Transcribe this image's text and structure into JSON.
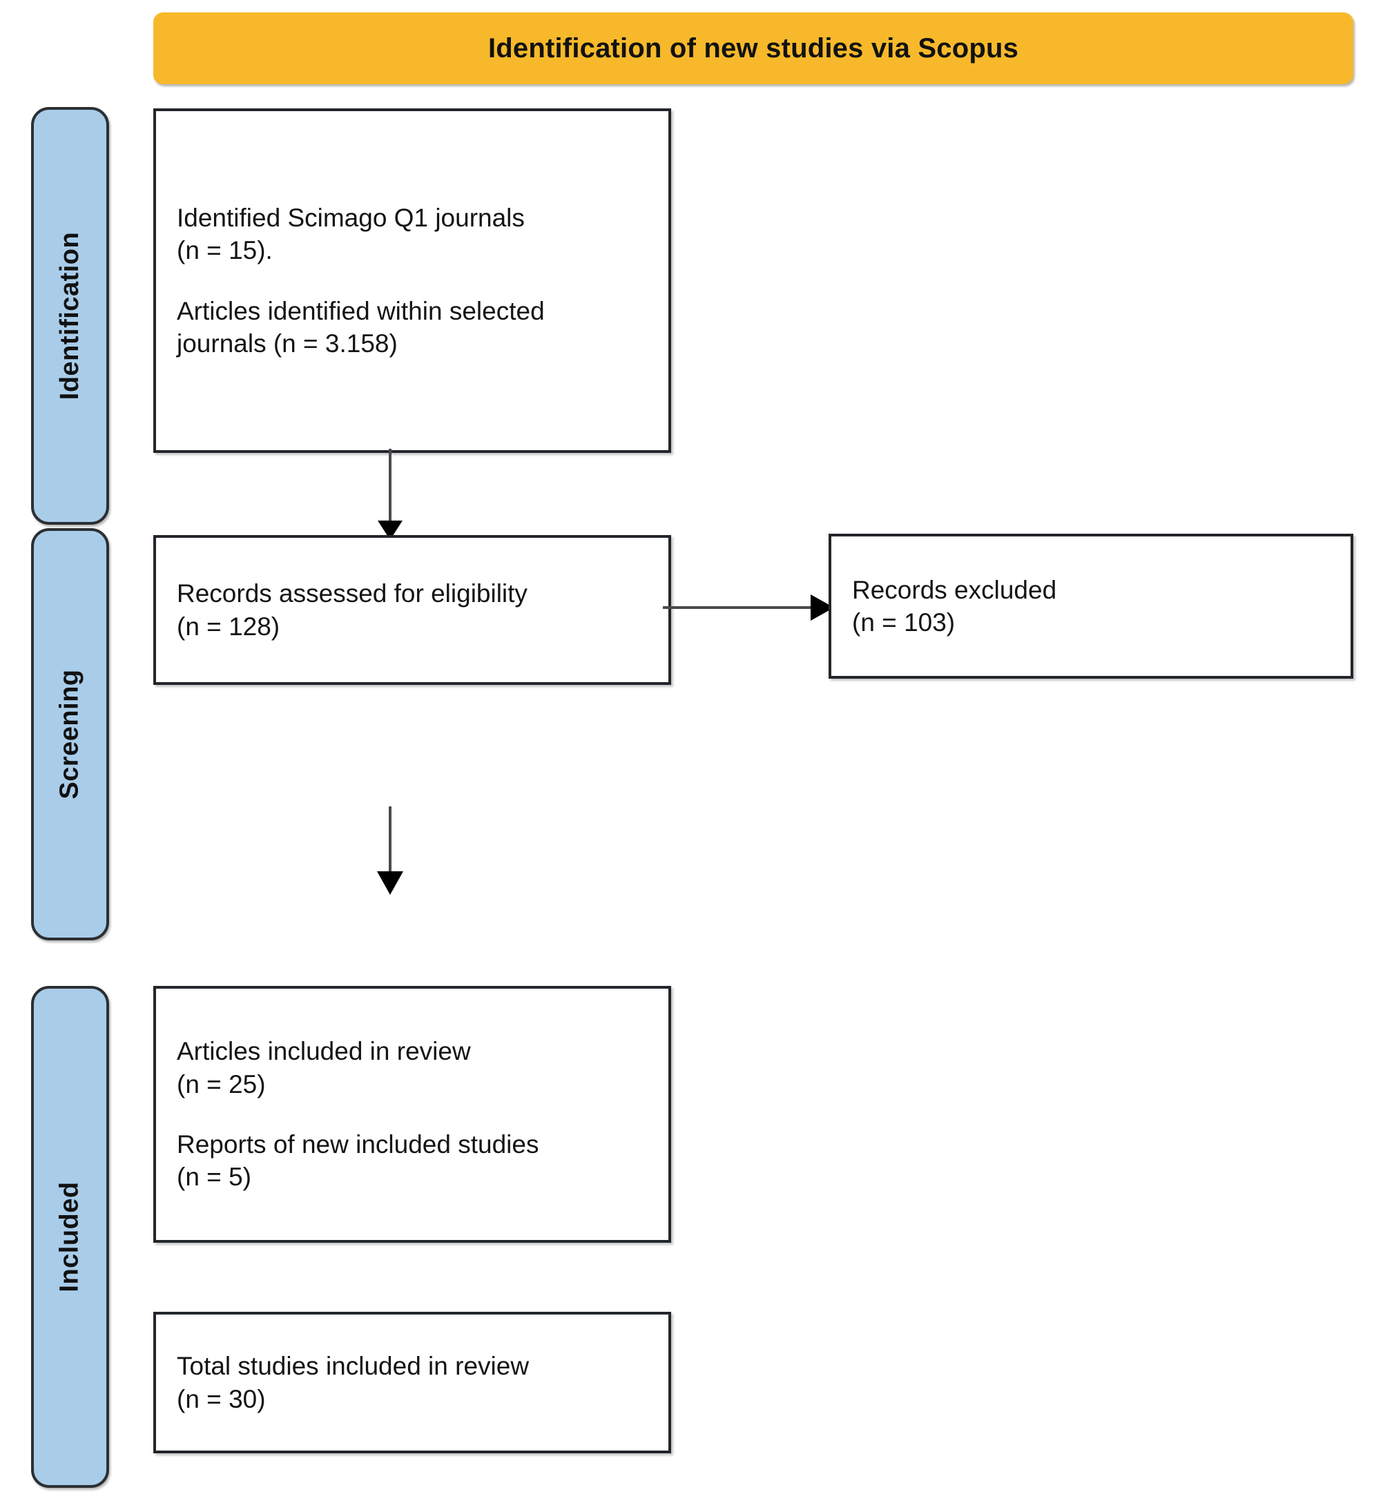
{
  "header": {
    "title": "Identification of new studies via Scopus",
    "background_color": "#f7b92b"
  },
  "stages": {
    "accent_color": "#a9cce9",
    "items": [
      {
        "id": "identification",
        "label": "Identification"
      },
      {
        "id": "screening",
        "label": "Screening"
      },
      {
        "id": "included",
        "label": "Included"
      }
    ]
  },
  "boxes": {
    "identified": {
      "line1": "Identified Scimago Q1 journals",
      "line2": "(n = 15).",
      "line3": "Articles identified within selected",
      "line4": "journals (n = 3.158)"
    },
    "eligibility": {
      "line1": "Records assessed for eligibility",
      "line2": "(n = 128)"
    },
    "excluded": {
      "line1": "Records excluded",
      "line2": "(n = 103)"
    },
    "included": {
      "line1": "Articles included in review",
      "line2": "(n = 25)",
      "line3": "Reports of new included studies",
      "line4": "(n = 5)"
    },
    "total": {
      "line1": "Total studies included in review",
      "line2": "(n = 30)"
    }
  },
  "chart_data": {
    "type": "diagram",
    "title": "Identification of new studies via Scopus",
    "diagram_kind": "PRISMA flow diagram",
    "stages": [
      "Identification",
      "Screening",
      "Included"
    ],
    "nodes": [
      {
        "id": "identified",
        "stage": "Identification",
        "label": "Identified Scimago Q1 journals (n = 15). Articles identified within selected journals (n = 3.158)",
        "counts": {
          "journals": 15,
          "articles": 3158
        }
      },
      {
        "id": "eligibility",
        "stage": "Screening",
        "label": "Records assessed for eligibility (n = 128)",
        "counts": {
          "records": 128
        }
      },
      {
        "id": "excluded",
        "stage": "Screening",
        "label": "Records excluded (n = 103)",
        "counts": {
          "records": 103
        }
      },
      {
        "id": "included",
        "stage": "Included",
        "label": "Articles included in review (n = 25); Reports of new included studies (n = 5)",
        "counts": {
          "articles": 25,
          "reports": 5
        }
      },
      {
        "id": "total",
        "stage": "Included",
        "label": "Total studies included in review (n = 30)",
        "counts": {
          "studies": 30
        }
      }
    ],
    "edges": [
      {
        "from": "identified",
        "to": "eligibility",
        "direction": "down"
      },
      {
        "from": "eligibility",
        "to": "excluded",
        "direction": "right"
      },
      {
        "from": "eligibility",
        "to": "included",
        "direction": "down"
      }
    ]
  }
}
